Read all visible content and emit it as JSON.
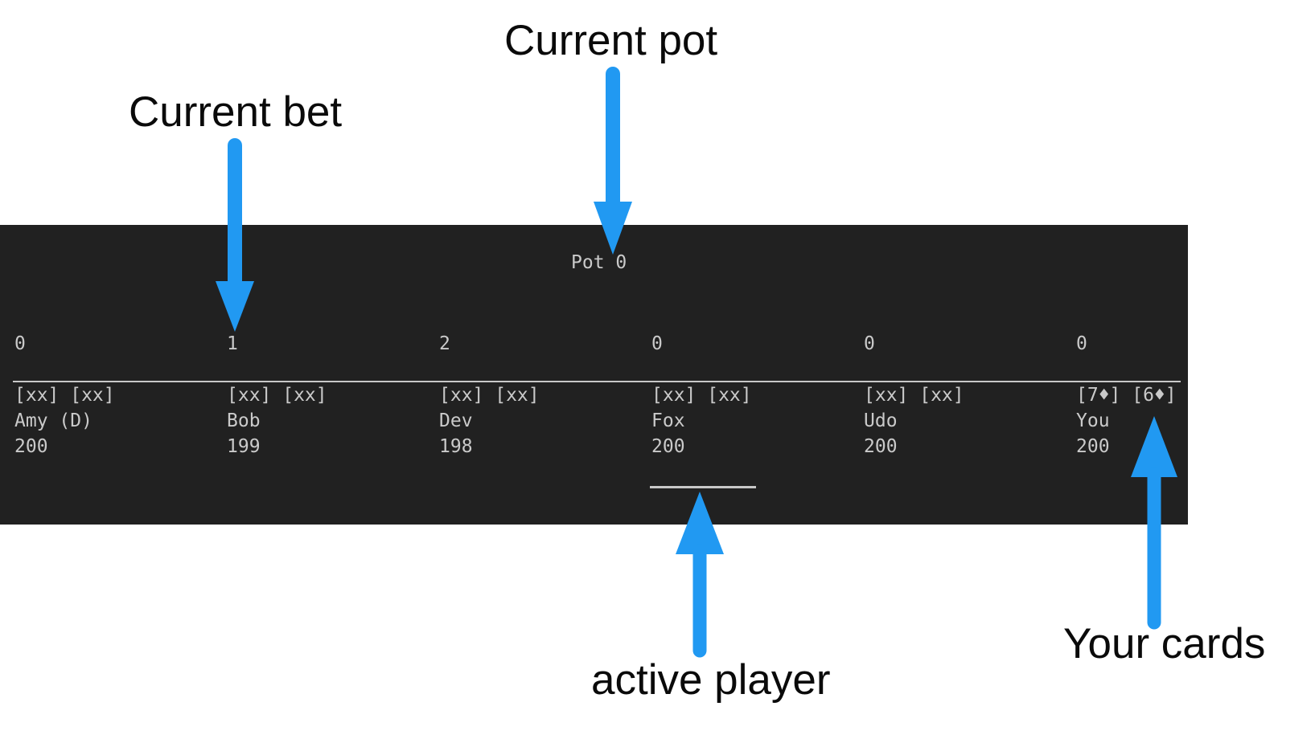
{
  "annotations": {
    "current_pot": "Current pot",
    "current_bet": "Current bet",
    "active_player": "active player",
    "your_cards": "Your cards"
  },
  "table": {
    "pot": "Pot 0",
    "players": [
      {
        "bet": "0",
        "cards": "[xx] [xx]",
        "name": "Amy (D)",
        "stack": "200",
        "active": false
      },
      {
        "bet": "1",
        "cards": "[xx] [xx]",
        "name": "Bob",
        "stack": "199",
        "active": false
      },
      {
        "bet": "2",
        "cards": "[xx] [xx]",
        "name": "Dev",
        "stack": "198",
        "active": false
      },
      {
        "bet": "0",
        "cards": "[xx] [xx]",
        "name": "Fox",
        "stack": "200",
        "active": true
      },
      {
        "bet": "0",
        "cards": "[xx] [xx]",
        "name": "Udo",
        "stack": "200",
        "active": false
      },
      {
        "bet": "0",
        "cards": "[7♦] [6♦]",
        "name": "You",
        "stack": "200",
        "active": false
      }
    ]
  },
  "colors": {
    "arrow": "#2199F2",
    "panel_bg": "#212121",
    "panel_text": "#CACACA",
    "separator": "#C8C8C8",
    "active_underline": "#C8C8C8",
    "label_text": "#0A0A0A"
  }
}
